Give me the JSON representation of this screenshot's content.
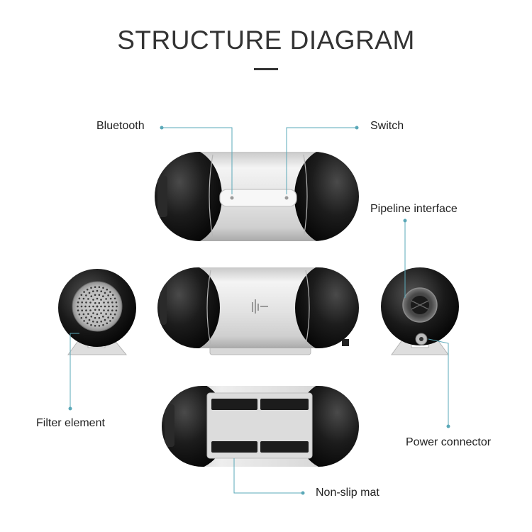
{
  "header": {
    "title": "STRUCTURE DIAGRAM"
  },
  "callouts": {
    "bluetooth": "Bluetooth",
    "switch": "Switch",
    "pipeline_interface": "Pipeline interface",
    "filter_element": "Filter element",
    "power_connector": "Power connector",
    "non_slip_mat": "Non-slip mat"
  },
  "colors": {
    "leader_line": "#5aa8b8",
    "body_silver": "#e6e6e6",
    "end_cap": "#141414",
    "title_text": "#333333"
  }
}
